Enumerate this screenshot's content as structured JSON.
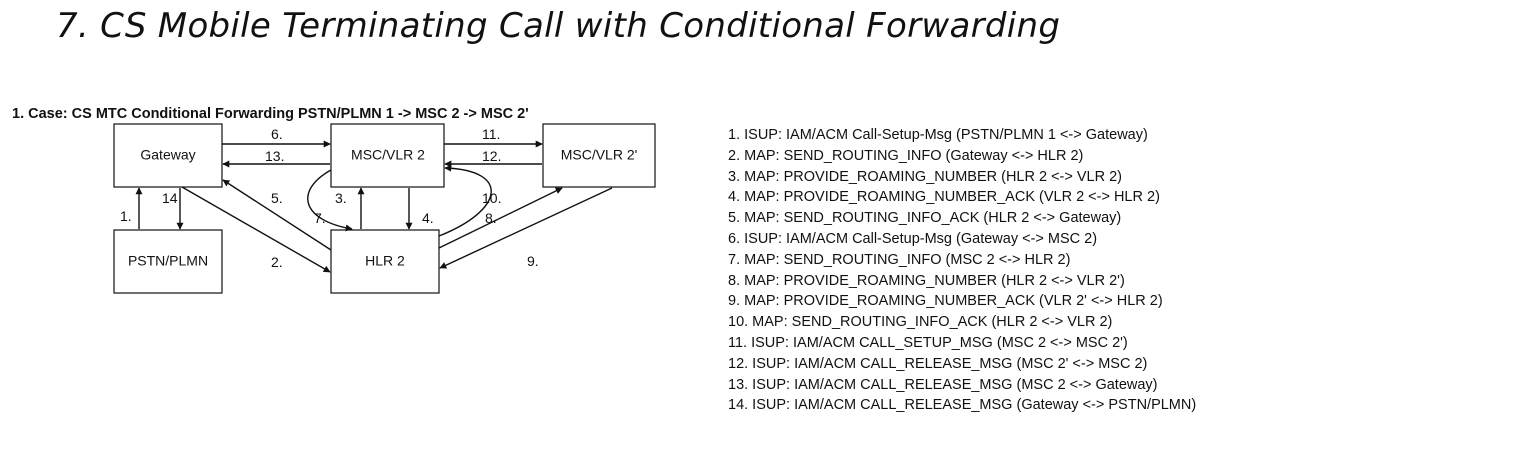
{
  "title": "7. CS Mobile Terminating Call with Conditional Forwarding",
  "case_title": "1. Case: CS MTC Conditional Forwarding PSTN/PLMN 1 -> MSC 2 -> MSC 2'",
  "nodes": {
    "gateway": "Gateway",
    "msc_vlr_2": "MSC/VLR 2",
    "msc_vlr_2p": "MSC/VLR 2'",
    "pstn_plmn": "PSTN/PLMN",
    "hlr_2": "HLR 2"
  },
  "step_labels": {
    "s1": "1.",
    "s2": "2.",
    "s3": "3.",
    "s4": "4.",
    "s5": "5.",
    "s6": "6.",
    "s7": "7.",
    "s8": "8.",
    "s9": "9.",
    "s10": "10.",
    "s11": "11.",
    "s12": "12.",
    "s13": "13.",
    "s14": "14"
  },
  "legend": [
    "1. ISUP: IAM/ACM Call-Setup-Msg (PSTN/PLMN 1 <-> Gateway)",
    "2. MAP: SEND_ROUTING_INFO (Gateway <-> HLR 2)",
    "3. MAP: PROVIDE_ROAMING_NUMBER (HLR 2 <-> VLR 2)",
    "4. MAP: PROVIDE_ROAMING_NUMBER_ACK (VLR 2 <-> HLR 2)",
    "5. MAP: SEND_ROUTING_INFO_ACK (HLR 2 <-> Gateway)",
    "6. ISUP: IAM/ACM Call-Setup-Msg (Gateway <-> MSC 2)",
    "7. MAP: SEND_ROUTING_INFO (MSC 2 <-> HLR 2)",
    "8. MAP: PROVIDE_ROAMING_NUMBER (HLR 2 <-> VLR 2')",
    "9. MAP: PROVIDE_ROAMING_NUMBER_ACK (VLR 2' <-> HLR 2)",
    "10. MAP: SEND_ROUTING_INFO_ACK (HLR 2 <-> VLR 2)",
    "11. ISUP: IAM/ACM CALL_SETUP_MSG (MSC 2 <-> MSC 2')",
    "12. ISUP: IAM/ACM CALL_RELEASE_MSG (MSC 2' <-> MSC 2)",
    "13. ISUP: IAM/ACM CALL_RELEASE_MSG (MSC 2 <-> Gateway)",
    "14. ISUP: IAM/ACM CALL_RELEASE_MSG (Gateway <-> PSTN/PLMN)"
  ]
}
